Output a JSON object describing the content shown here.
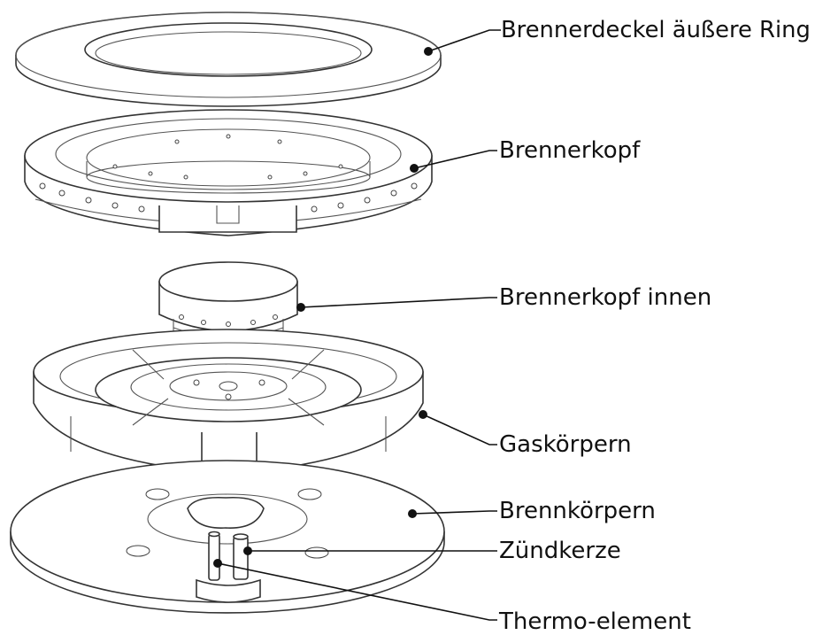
{
  "diagram": {
    "labels": {
      "outer_ring_cap": "Brennerdeckel äußere Ring",
      "burner_head": "Brennerkopf",
      "inner_burner_head": "Brennerkopf innen",
      "gas_body": "Gaskörpern",
      "burner_base": "Brennkörpern",
      "spark_plug": "Zündkerze",
      "thermo_element": "Thermo-element"
    },
    "colors": {
      "line": "#333333",
      "text": "#111111",
      "background": "#ffffff"
    }
  }
}
